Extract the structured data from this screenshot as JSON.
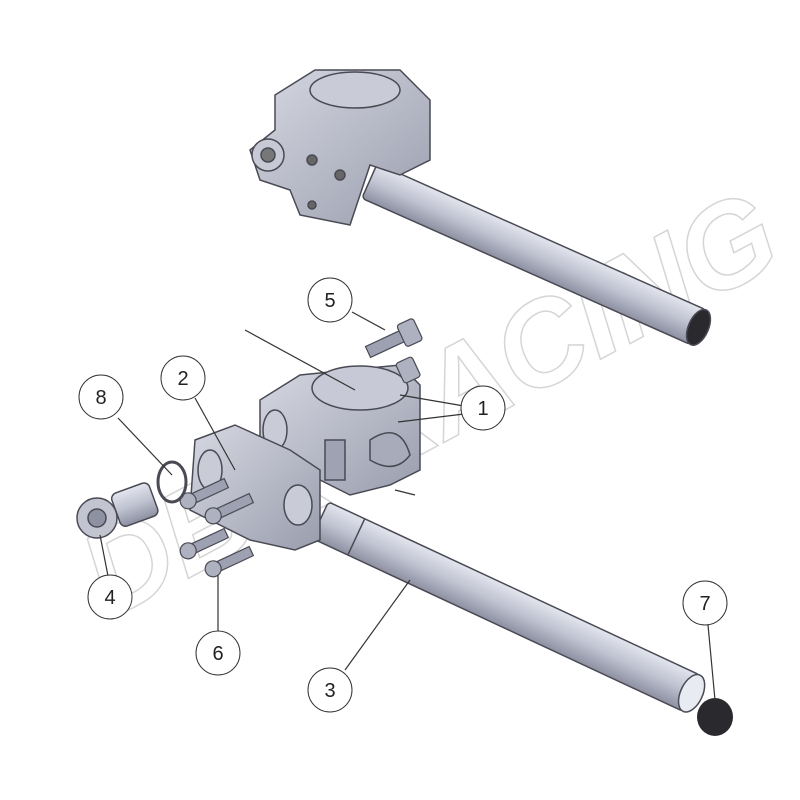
{
  "diagram": {
    "title": "Clip-on handlebar exploded view",
    "watermark": "DBK RACING",
    "callouts": [
      {
        "id": "1",
        "label": "1",
        "part": "clamp-body"
      },
      {
        "id": "2",
        "label": "2",
        "part": "adapter-block"
      },
      {
        "id": "3",
        "label": "3",
        "part": "handlebar-tube"
      },
      {
        "id": "4",
        "label": "4",
        "part": "bar-end-nut"
      },
      {
        "id": "5",
        "label": "5",
        "part": "clamp-bolt"
      },
      {
        "id": "6",
        "label": "6",
        "part": "block-bolts"
      },
      {
        "id": "7",
        "label": "7",
        "part": "end-cap"
      },
      {
        "id": "8",
        "label": "8",
        "part": "circlip"
      }
    ],
    "colors": {
      "metal": "#b9bccb",
      "metal_dark": "#8e91a2",
      "outline": "#4a4a55",
      "cap": "#2a2a2e"
    }
  }
}
